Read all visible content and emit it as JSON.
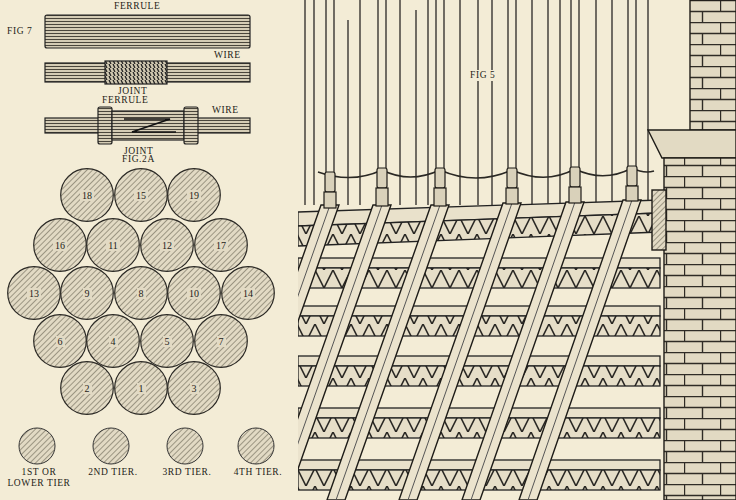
{
  "diagram": {
    "nodes": [
      {
        "text": [
          "18"
        ]
      },
      {
        "text": [
          "15"
        ]
      },
      {
        "text": [
          "19"
        ]
      },
      {
        "text": [
          "16"
        ]
      },
      {
        "text": [
          "11"
        ]
      },
      {
        "text": [
          "12"
        ]
      },
      {
        "text": [
          "17"
        ]
      },
      {
        "text": [
          "13"
        ]
      },
      {
        "text": [
          "9"
        ]
      },
      {
        "text": [
          "8"
        ]
      },
      {
        "text": [
          "10"
        ]
      },
      {
        "text": [
          "14"
        ]
      },
      {
        "text": [
          "6"
        ]
      },
      {
        "text": [
          "4"
        ]
      },
      {
        "text": [
          "5"
        ]
      },
      {
        "text": [
          "7"
        ]
      },
      {
        "text": [
          "2"
        ]
      },
      {
        "text": [
          "1"
        ]
      },
      {
        "text": [
          "3"
        ]
      }
    ],
    "labels": [
      "FERRULE",
      "FIG 7",
      "WIRE",
      "JOINT",
      "FERRULE",
      "WIRE",
      "JOINT",
      "FIG.2A",
      "1ST OR LOWER TIER",
      "2ND TIER.",
      "3RD TIER.",
      "4TH TIER.",
      "FIG 5"
    ]
  }
}
